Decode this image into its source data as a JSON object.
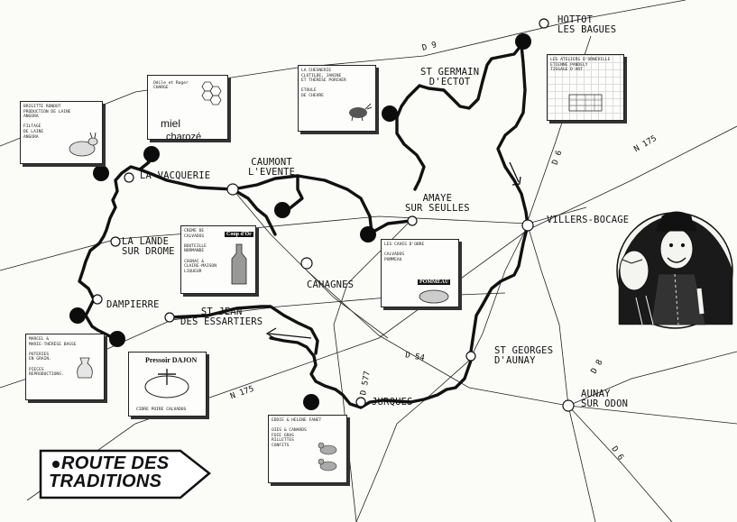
{
  "map": {
    "title_line1": "ROUTE DES",
    "title_line2": "TRADITIONS",
    "towns": {
      "hottot": "HOTTOT\nLES BAGUES",
      "st_germain": "ST GERMAIN\nD'ECTOT",
      "caumont": "CAUMONT\nL'EVENTE",
      "vacquerie": "LA VACQUERIE",
      "amaye": "AMAYE\nSUR SEULLES",
      "villers": "VILLERS-BOCAGE",
      "lande": "LA LANDE\nSUR DROME",
      "dampierre": "DAMPIERRE",
      "st_jean": "ST JEAN\nDES ESSARTIERS",
      "cahagnes": "CAHAGNES",
      "st_georges": "ST GEORGES\nD'AUNAY",
      "aunay": "AUNAY\nSUR ODON",
      "jurques": "JURQUES"
    },
    "roads": {
      "d9": "D 9",
      "n175_east": "N 175",
      "d6_north": "D 6",
      "d54": "D 54",
      "d577": "D 577",
      "n175_west": "N 175",
      "d8": "D 8",
      "d6_south": "D 6"
    },
    "cards": {
      "rondot": "Brigitte RONDOT\nPRODUCTION DE LAINE\nANGORA\n\nFILTAGE\nDE LAINE\nANGORA",
      "miel_names": "Odile et Roger\nCHARGE",
      "miel_word": "miel",
      "miel_name": "charozé",
      "chesnerie": "LA CHESNERIE\nClotilde, Janine\net Thérèse PORCHER\n\nETOULE\nDE CHEVRE",
      "ateliers": "LES ATELIERS D'ORNEVILLE\nEtienne PANDELY\nTISSAGE D'ART",
      "creme": "CREME DE\nCALVADOS\n\nBOUTEILLE\nNORMANDE\n\nCOGNAC &\nCLAIRE-MAISON\nLIQUEUR",
      "creme_badge": "Coup d'Or",
      "caves": "LES CAVES D'OBRE\n\nCALVADOS\nPOMMEAU",
      "caves_badge": "POMMEAU",
      "basse": "Marcel &\nMarie-Thérèse BASSE\n\nPOTERIES\nEN GRAIN.\n\nPIECES\nREPRODUCTIONS.",
      "dajon_title": "Pressoir DAJON",
      "dajon_foot": "CIDRE POIRE CALVADOS",
      "fromage": "EDDIE & HELENE FANET\n\nOIES & CANARDS\nFOIE GRAS\nRILLETTES\nCONFITS"
    }
  }
}
